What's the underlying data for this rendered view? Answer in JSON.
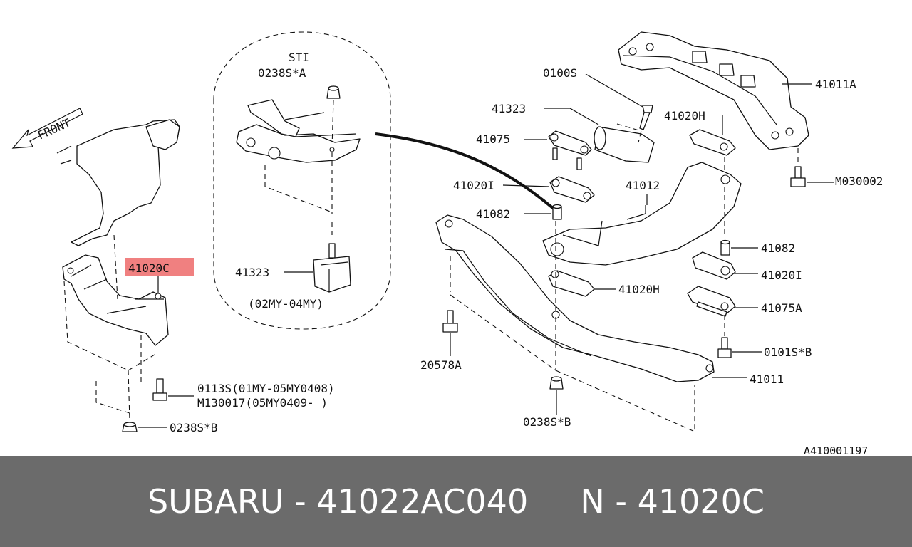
{
  "labels": {
    "front": "FRONT",
    "sti": "STI",
    "p0238sa": "0238S*A",
    "p41323_inset": "41323",
    "inset_years": "(02MY-04MY)",
    "p41020c": "41020C",
    "p0113s": "0113S(01MY-05MY0408)",
    "pm130017": "M130017(05MY0409-        )",
    "p0238sb_left": "0238S*B",
    "p0100s": "0100S",
    "p41323": "41323",
    "p41075": "41075",
    "p41020i_left": "41020I",
    "p41082_left": "41082",
    "p41012": "41012",
    "p41020h_top": "41020H",
    "p41011a": "41011A",
    "pm030002": "M030002",
    "p41082_right": "41082",
    "p41020i_right": "41020I",
    "p41020h_mid": "41020H",
    "p41075a": "41075A",
    "p0101sb": "0101S*B",
    "p41011": "41011",
    "p20578a": "20578A",
    "p0238sb_bottom": "0238S*B",
    "drawing_id": "A410001197"
  },
  "highlight_color": "#f08080",
  "footer": {
    "left": "SUBARU - 41022AC040",
    "right": "N - 41020C"
  }
}
